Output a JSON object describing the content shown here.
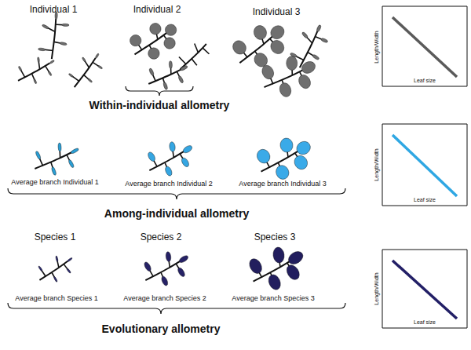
{
  "diagram": {
    "labels": [
      "Individual 1",
      "Individual 2",
      "Individual 3",
      "Within-individual allometry",
      "Length/Width",
      "Leaf size",
      "Average branch Individual 1",
      "Average branch Individual 2",
      "Average branch Individual 3",
      "Among-individual allometry",
      "Length/Width",
      "Leaf size",
      "Species 1",
      "Species 2",
      "Species 3",
      "Average branch Species 1",
      "Average branch Species 2",
      "Average branch Species 3",
      "Evolutionary allometry",
      "Length/Width",
      "Leaf size"
    ]
  }
}
